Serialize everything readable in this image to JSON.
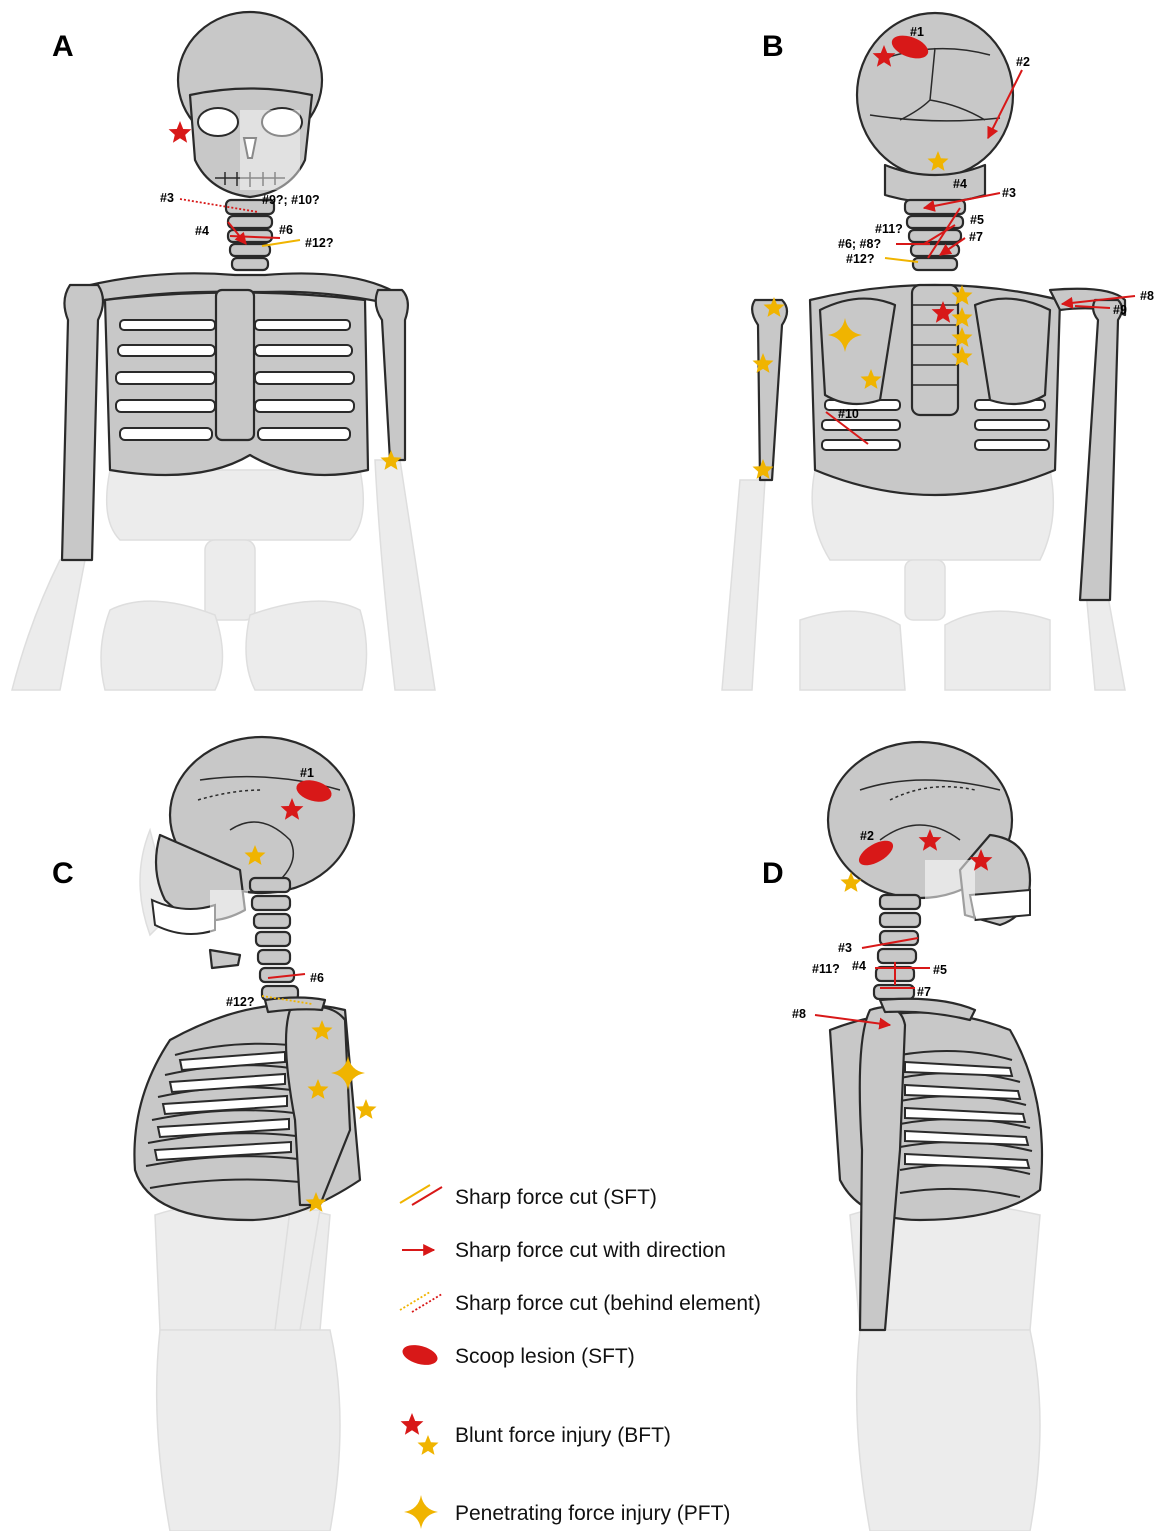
{
  "panels": {
    "a": {
      "label": "A",
      "annotations": [
        "#3",
        "#9?; #10?",
        "#4",
        "#6",
        "#12?"
      ]
    },
    "b": {
      "label": "B",
      "annotations": [
        "#1",
        "#2",
        "#4",
        "#3",
        "#11?",
        "#5",
        "#6; #8?",
        "#7",
        "#12?",
        "#8",
        "#9",
        "#10"
      ]
    },
    "c": {
      "label": "C",
      "annotations": [
        "#1",
        "#6",
        "#12?"
      ]
    },
    "d": {
      "label": "D",
      "annotations": [
        "#2",
        "#3",
        "#11?",
        "#4",
        "#5",
        "#7",
        "#8"
      ]
    }
  },
  "legend": [
    {
      "symbol": "sharp-cut",
      "text": "Sharp force cut (SFT)"
    },
    {
      "symbol": "cut-direction",
      "text": "Sharp force cut with direction"
    },
    {
      "symbol": "cut-behind",
      "text": "Sharp force cut (behind element)"
    },
    {
      "symbol": "scoop-lesion",
      "text": "Scoop lesion (SFT)"
    },
    {
      "symbol": "blunt-star",
      "text": "Blunt force injury (BFT)"
    },
    {
      "symbol": "penetrating-star",
      "text": "Penetrating force injury (PFT)"
    }
  ],
  "colors": {
    "red": "#d81818",
    "yellow": "#f0b400",
    "bone": "#c8c8c8",
    "ghost": "#ececec"
  }
}
